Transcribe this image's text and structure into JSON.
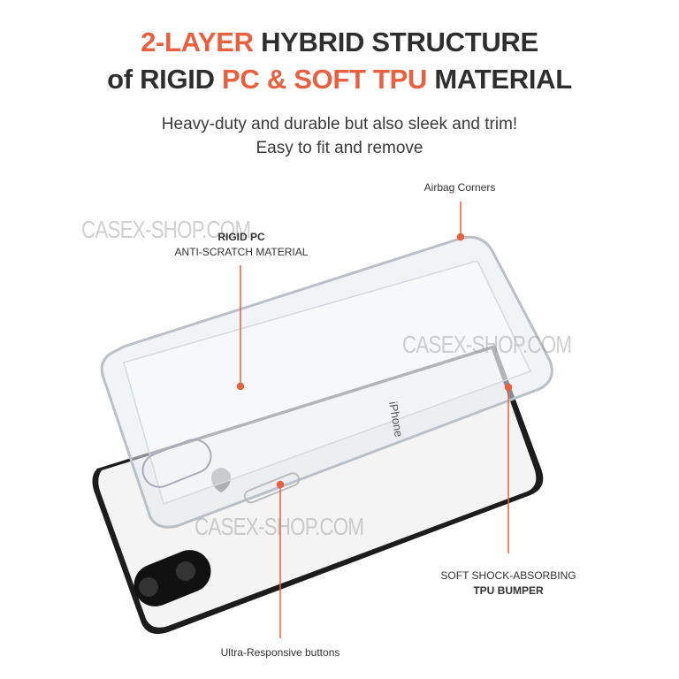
{
  "headline": {
    "line1_accent": "2-LAYER",
    "line1_rest": " HYBRID STRUCTURE",
    "line2_start": "of RIGID ",
    "line2_accent": "PC & SOFT TPU",
    "line2_end": " MATERIAL"
  },
  "subtitle": {
    "line1": "Heavy-duty and durable but also sleek and trim!",
    "line2": "Easy to fit and remove"
  },
  "callouts": {
    "airbag": "Airbag Corners",
    "rigid_title": "RIGID PC",
    "rigid_sub": "ANTI-SCRATCH MATERIAL",
    "tpu_sub": "SOFT SHOCK-ABSORBING",
    "tpu_title": "TPU BUMPER",
    "buttons": "Ultra-Responsive buttons"
  },
  "watermark": "CASEX-SHOP.COM",
  "phone_brand_text": "iPhone",
  "colors": {
    "accent": "#e8603f",
    "text": "#2e2e2e"
  }
}
